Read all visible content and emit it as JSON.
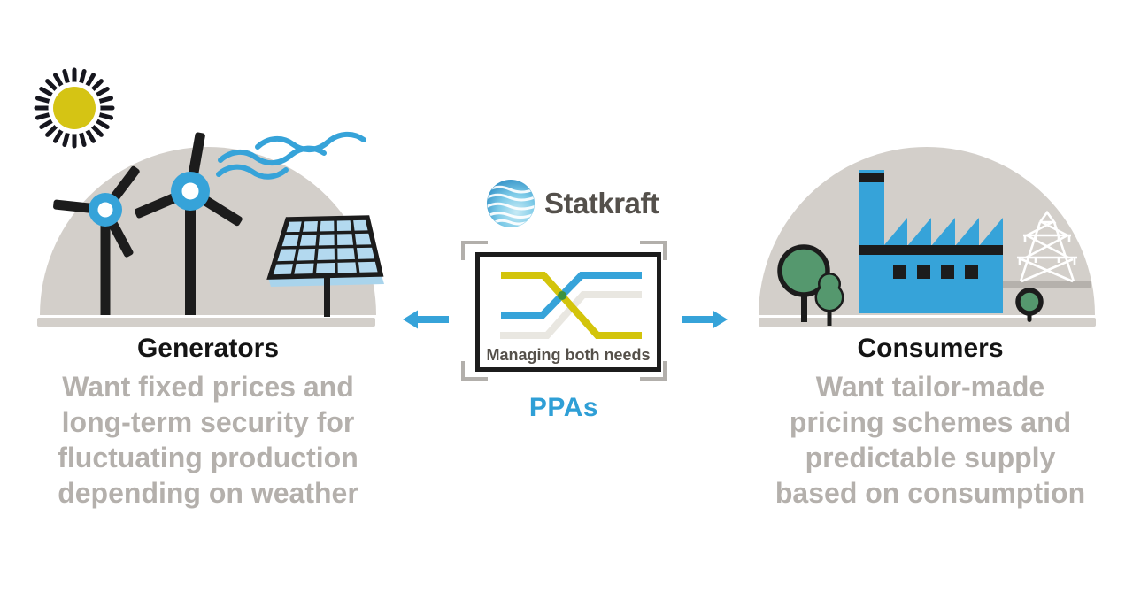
{
  "page": {
    "background": "#ffffff",
    "kind": "infographic"
  },
  "left_panel": {
    "heading": "Generators",
    "description_lines": [
      "Want fixed prices and",
      "long-term security for",
      "fluctuating production",
      "depending on weather"
    ],
    "icons": [
      "sun-icon",
      "wind-turbine-icon",
      "wind-gust-icon",
      "solar-panel-icon",
      "hill-icon"
    ]
  },
  "center_panel": {
    "brand": "Statkraft",
    "logo_icon": "statkraft-globe-icon",
    "chart_caption": "Managing both needs",
    "label": "PPAs",
    "chart_lines": [
      {
        "color": "#d3c40b",
        "shape": "high-then-falls-to-low"
      },
      {
        "color": "#36a3d9",
        "shape": "mid-then-rises-to-high"
      },
      {
        "color": "#e9e7e1",
        "shape": "low-then-rises-to-mid"
      }
    ],
    "arrow_icons": [
      "left-arrow-icon",
      "right-arrow-icon"
    ]
  },
  "right_panel": {
    "heading": "Consumers",
    "description_lines": [
      "Want tailor-made",
      "pricing schemes and",
      "predictable supply",
      "based on consumption"
    ],
    "icons": [
      "tree-icon",
      "factory-icon",
      "power-pylon-icon",
      "hill-icon"
    ]
  },
  "colors": {
    "accent_blue": "#36a3d9",
    "accent_yellow": "#d3c40b",
    "sun_yellow": "#d5c414",
    "hill_gray": "#d3cfca",
    "muted_text_gray": "#b4b0ac",
    "dark": "#1c1c1c",
    "caption_gray": "#55504a",
    "tree_green": "#55986e",
    "chart_gray_line": "#e9e7e1",
    "green_overlap_dot": "#3d9140",
    "bracket_gray": "#b2afab",
    "power_line_gray": "#b5b1ac"
  }
}
